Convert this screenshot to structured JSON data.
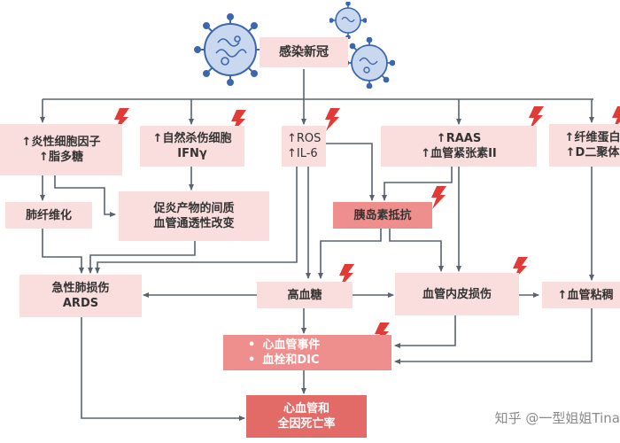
{
  "nodes": {
    "covid": "感染新冠",
    "cytokines": [
      "↑炎性细胞因子",
      "↑脂多糖"
    ],
    "nk": [
      "↑自然杀伤细胞",
      "IFNγ"
    ],
    "ros": [
      "↑ROS",
      "↑IL-6"
    ],
    "raas": [
      "↑RAAS",
      "↑血管紧张素II"
    ],
    "fibrin": [
      "↑纤维蛋白",
      "↑D二聚体"
    ],
    "fibrosis": "肺纤维化",
    "permeability": [
      "促炎产物的间质",
      "血管通透性改变"
    ],
    "insulin": "胰岛素抵抗",
    "ards": [
      "急性肺损伤",
      "ARDS"
    ],
    "hyperglycemia": "高血糖",
    "endothelial": "血管内皮损伤",
    "viscosity": "↑血管粘稠",
    "cv_events": [
      "心血管事件",
      "血栓和DIC"
    ],
    "mortality": [
      "心血管和",
      "全因死亡率"
    ]
  },
  "watermark": "知乎 @一型姐姐Tina",
  "colors": {
    "light_box": "#f9dedd",
    "mid_box": "#ef8f8d",
    "dark_box": "#e26a67",
    "arrow": "#5a6270",
    "bolt": "#e03b37",
    "virus": "#3b67b0"
  }
}
